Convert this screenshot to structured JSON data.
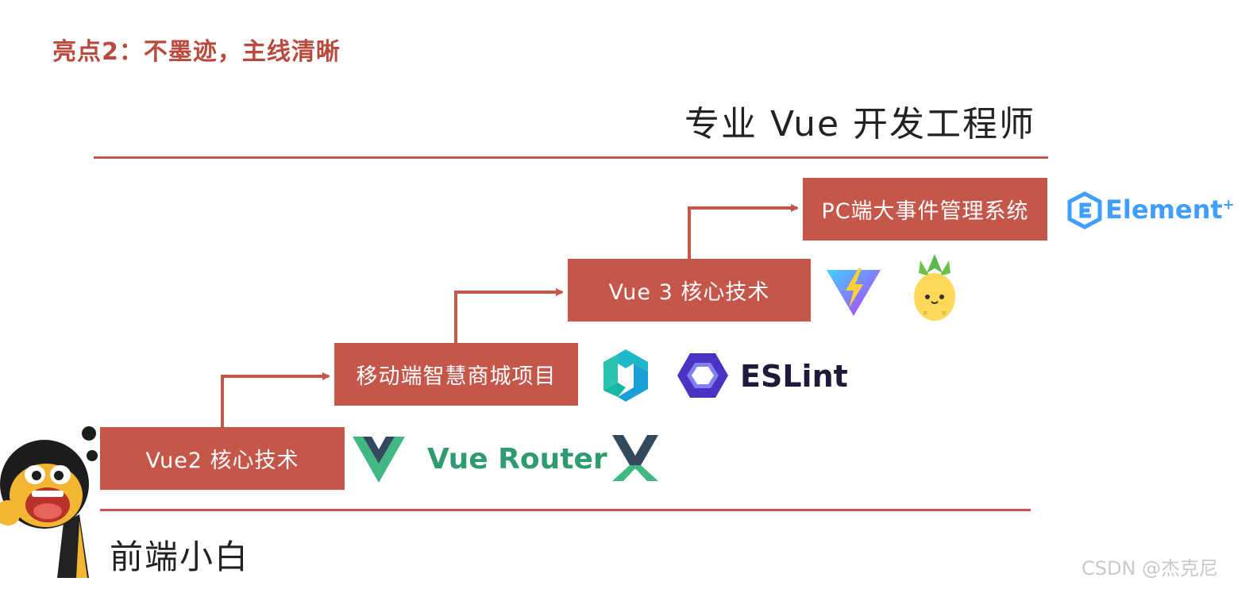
{
  "slide": {
    "headline": "亮点2：不墨迹，主线清晰",
    "goal_label": "专业 Vue 开发工程师",
    "start_label": "前端小白"
  },
  "steps": [
    {
      "label": "Vue2 核心技术",
      "technologies": [
        "vue-logo",
        "Vue Router",
        "vuex-logo"
      ]
    },
    {
      "label": "移动端智慧商城项目",
      "technologies": [
        "vant-logo",
        "ESLint"
      ]
    },
    {
      "label": "Vue 3 核心技术",
      "technologies": [
        "vite-logo",
        "pinia-logo"
      ]
    },
    {
      "label": "PC端大事件管理系统",
      "technologies": [
        "Element"
      ]
    }
  ],
  "logos": {
    "vue_router": "Vue Router",
    "eslint": "ESLint",
    "element": "Element",
    "element_plus": "+"
  },
  "watermark": "CSDN @杰克尼",
  "colors": {
    "accent": "#c4564a",
    "headline": "#b94a3e",
    "vue_green": "#41b883",
    "vue_dark": "#35495e",
    "eslint_purple": "#4b32c3",
    "element_blue": "#409eff"
  }
}
